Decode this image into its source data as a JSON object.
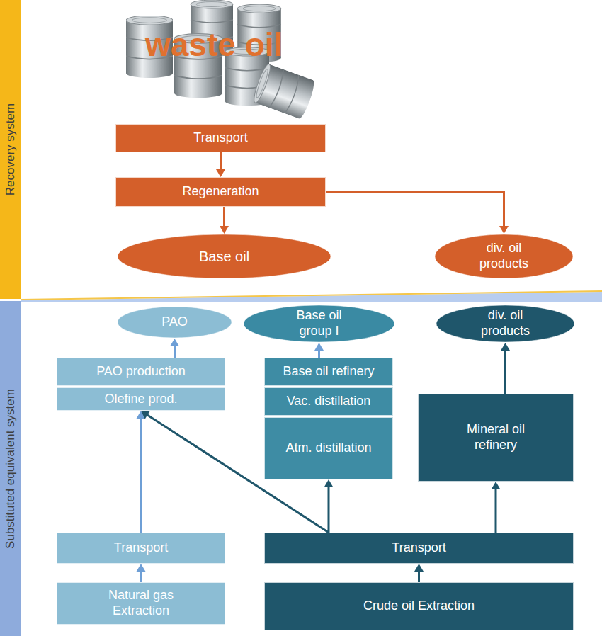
{
  "diagram": {
    "nodes": [
      {
        "text": [
          "Recovery system"
        ]
      },
      {
        "text": [
          "Transport"
        ]
      },
      {
        "text": [
          "Regeneration"
        ]
      },
      {
        "text": [
          "Base oil"
        ]
      },
      {
        "text": [
          "div. oil products"
        ]
      },
      {
        "text": [
          "Substituted equivalent system"
        ]
      },
      {
        "text": [
          "PAO"
        ]
      },
      {
        "text": [
          "Base oil group I"
        ]
      },
      {
        "text": [
          "div. oil products"
        ]
      },
      {
        "text": [
          "PAO production"
        ]
      },
      {
        "text": [
          "Olefine prod."
        ]
      },
      {
        "text": [
          "Base oil refinery"
        ]
      },
      {
        "text": [
          "Vac. distillation"
        ]
      },
      {
        "text": [
          "Atm. distillation"
        ]
      },
      {
        "text": [
          "Mineral oil refinery"
        ]
      },
      {
        "text": [
          "Transport"
        ]
      },
      {
        "text": [
          "Transport"
        ]
      },
      {
        "text": [
          "Natural gas Extraction"
        ]
      },
      {
        "text": [
          "Crude oil Extraction"
        ]
      }
    ],
    "edges": [
      {
        "from": 1,
        "to": 2,
        "arrow": "to"
      },
      {
        "from": 2,
        "to": 3,
        "arrow": "to"
      },
      {
        "from": 2,
        "to": 4,
        "arrow": "to"
      },
      {
        "from": 9,
        "to": 6,
        "arrow": "to"
      },
      {
        "from": 11,
        "to": 7,
        "arrow": "to"
      },
      {
        "from": 14,
        "to": 8,
        "arrow": "to"
      },
      {
        "from": 15,
        "to": 10,
        "arrow": "to"
      },
      {
        "from": 17,
        "to": 15,
        "arrow": "to"
      },
      {
        "from": 18,
        "to": 16,
        "arrow": "to"
      },
      {
        "from": 16,
        "to": 13,
        "arrow": "to"
      },
      {
        "from": 16,
        "to": 14,
        "arrow": "to"
      },
      {
        "from": 16,
        "to": 10,
        "arrow": "to"
      }
    ],
    "labels": [
      "waste oil"
    ]
  }
}
